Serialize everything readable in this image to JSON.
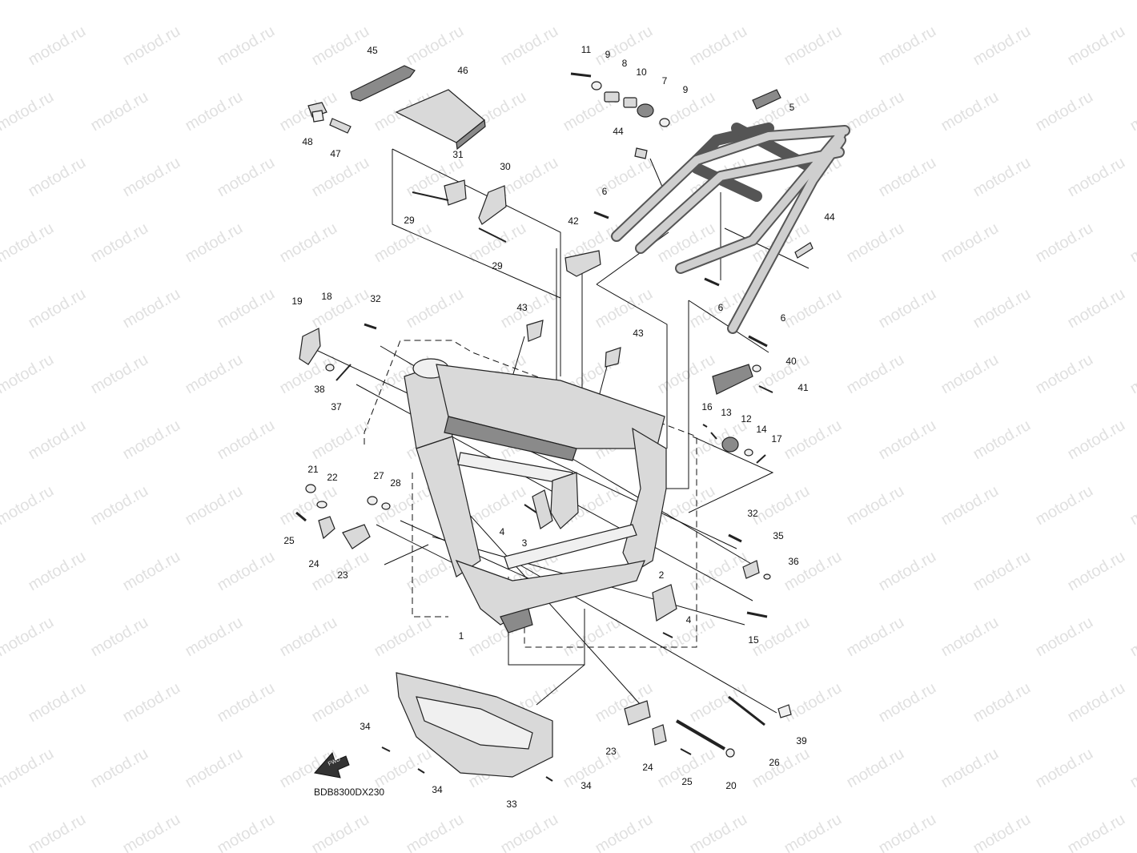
{
  "diagram": {
    "ref_code": "BDB8300DX230",
    "watermark_text": "motod.ru",
    "callouts": [
      {
        "id": "c45",
        "label": "45"
      },
      {
        "id": "c46",
        "label": "46"
      },
      {
        "id": "c48",
        "label": "48"
      },
      {
        "id": "c47",
        "label": "47"
      },
      {
        "id": "c11",
        "label": "11"
      },
      {
        "id": "c9a",
        "label": "9"
      },
      {
        "id": "c8",
        "label": "8"
      },
      {
        "id": "c10",
        "label": "10"
      },
      {
        "id": "c7",
        "label": "7"
      },
      {
        "id": "c9b",
        "label": "9"
      },
      {
        "id": "c5",
        "label": "5"
      },
      {
        "id": "c44a",
        "label": "44"
      },
      {
        "id": "c31",
        "label": "31"
      },
      {
        "id": "c30",
        "label": "30"
      },
      {
        "id": "c29a",
        "label": "29"
      },
      {
        "id": "c29b",
        "label": "29"
      },
      {
        "id": "c6a",
        "label": "6"
      },
      {
        "id": "c42",
        "label": "42"
      },
      {
        "id": "c44b",
        "label": "44"
      },
      {
        "id": "c6b",
        "label": "6"
      },
      {
        "id": "c6c",
        "label": "6"
      },
      {
        "id": "c19",
        "label": "19"
      },
      {
        "id": "c18",
        "label": "18"
      },
      {
        "id": "c32a",
        "label": "32"
      },
      {
        "id": "c43a",
        "label": "43"
      },
      {
        "id": "c43b",
        "label": "43"
      },
      {
        "id": "c40",
        "label": "40"
      },
      {
        "id": "c41",
        "label": "41"
      },
      {
        "id": "c38",
        "label": "38"
      },
      {
        "id": "c37",
        "label": "37"
      },
      {
        "id": "c16",
        "label": "16"
      },
      {
        "id": "c13",
        "label": "13"
      },
      {
        "id": "c12",
        "label": "12"
      },
      {
        "id": "c14",
        "label": "14"
      },
      {
        "id": "c17",
        "label": "17"
      },
      {
        "id": "c21",
        "label": "21"
      },
      {
        "id": "c22",
        "label": "22"
      },
      {
        "id": "c27",
        "label": "27"
      },
      {
        "id": "c28",
        "label": "28"
      },
      {
        "id": "c32b",
        "label": "32"
      },
      {
        "id": "c25a",
        "label": "25"
      },
      {
        "id": "c4a",
        "label": "4"
      },
      {
        "id": "c3",
        "label": "3"
      },
      {
        "id": "c35",
        "label": "35"
      },
      {
        "id": "c24a",
        "label": "24"
      },
      {
        "id": "c23a",
        "label": "23"
      },
      {
        "id": "c36",
        "label": "36"
      },
      {
        "id": "c2",
        "label": "2"
      },
      {
        "id": "c4b",
        "label": "4"
      },
      {
        "id": "c15",
        "label": "15"
      },
      {
        "id": "c1",
        "label": "1"
      },
      {
        "id": "c39",
        "label": "39"
      },
      {
        "id": "c34a",
        "label": "34"
      },
      {
        "id": "c23b",
        "label": "23"
      },
      {
        "id": "c26",
        "label": "26"
      },
      {
        "id": "c24b",
        "label": "24"
      },
      {
        "id": "c34b",
        "label": "34"
      },
      {
        "id": "c25b",
        "label": "25"
      },
      {
        "id": "c20",
        "label": "20"
      },
      {
        "id": "c34c",
        "label": "34"
      },
      {
        "id": "c33",
        "label": "33"
      }
    ],
    "arrow_label": "FWD"
  }
}
